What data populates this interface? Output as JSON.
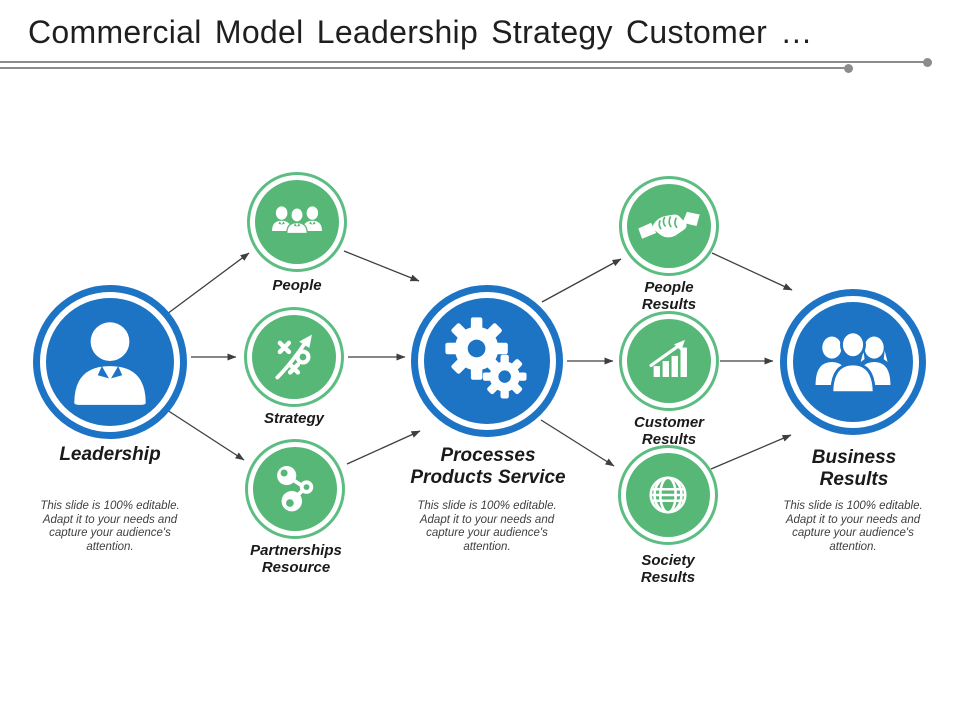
{
  "title": "Commercial Model Leadership Strategy Customer …",
  "palette": {
    "blue": "#1d73c4",
    "green": "#56b777",
    "green_ring": "#5cbd82",
    "arrow_gray": "#3f3f3f",
    "rule_gray": "#8c8c8c",
    "label_black": "#1a1a1a"
  },
  "editable_note": "This slide is 100% editable. Adapt it to your needs and capture your audience's attention.",
  "nodes": {
    "leadership": {
      "label": "Leadership",
      "icon": "businessman-icon",
      "color": "blue"
    },
    "people": {
      "label": "People",
      "icon": "team-icon",
      "color": "green"
    },
    "strategy": {
      "label": "Strategy",
      "icon": "strategy-tactics-icon",
      "color": "green"
    },
    "partnerships_resource": {
      "label": "Partnerships Resource",
      "icon": "molecule-network-icon",
      "color": "green"
    },
    "processes_products_service": {
      "label": "Processes Products Service",
      "icon": "gears-icon",
      "color": "blue"
    },
    "people_results": {
      "label": "People Results",
      "icon": "handshake-icon",
      "color": "green"
    },
    "customer_results": {
      "label": "Customer Results",
      "icon": "growth-chart-icon",
      "color": "green"
    },
    "society_results": {
      "label": "Society Results",
      "icon": "globe-icon",
      "color": "green"
    },
    "business_results": {
      "label": "Business Results",
      "icon": "people-group-icon",
      "color": "blue"
    }
  }
}
